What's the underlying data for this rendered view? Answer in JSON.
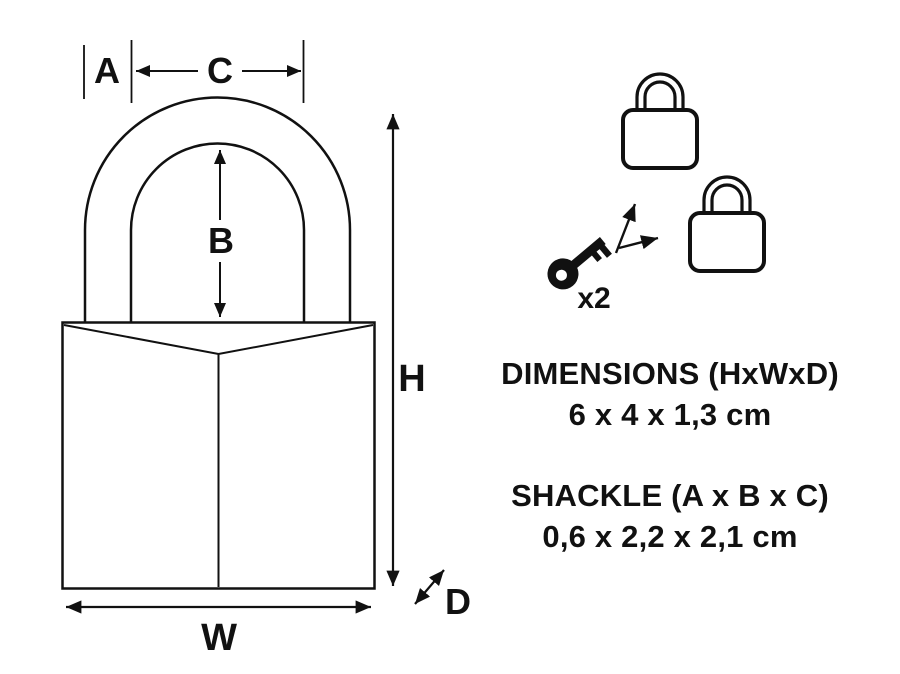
{
  "colors": {
    "line": "#111111",
    "background": "#ffffff"
  },
  "diagram": {
    "labels": {
      "shackle_thickness": "A",
      "shackle_height": "B",
      "shackle_width": "C",
      "height": "H",
      "width": "W",
      "depth": "D"
    },
    "icons": {
      "top": "padlock-icon",
      "bottom": "padlock-icon",
      "key": "key-icon"
    },
    "key_count_label": "x2"
  },
  "specs": {
    "dimensions": {
      "title": "DIMENSIONS (HxWxD)",
      "value": "6 x 4 x 1,3 cm"
    },
    "shackle": {
      "title": "SHACKLE (A x B x C)",
      "value": "0,6 x 2,2 x 2,1 cm"
    }
  }
}
